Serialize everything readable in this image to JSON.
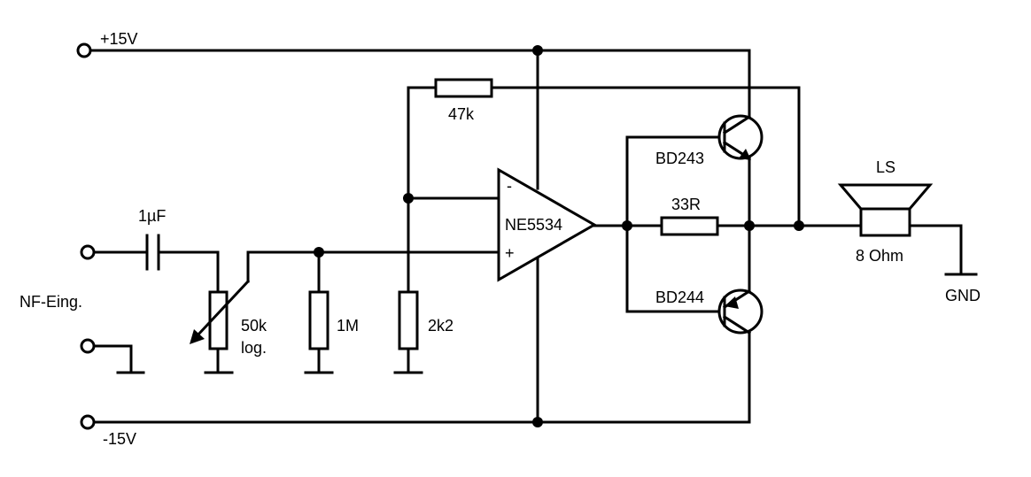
{
  "labels": {
    "plus_supply": "+15V",
    "minus_supply": "-15V",
    "input": "NF-Eing.",
    "cap": "1µF",
    "pot_value": "50k",
    "pot_taper": "log.",
    "r_1m": "1M",
    "r_2k2": "2k2",
    "r_47k": "47k",
    "opamp": "NE5534",
    "opamp_minus": "-",
    "opamp_plus": "+",
    "q_upper": "BD243",
    "q_lower": "BD244",
    "r_33r": "33R",
    "speaker": "LS",
    "speaker_imp": "8 Ohm",
    "ground": "GND"
  }
}
